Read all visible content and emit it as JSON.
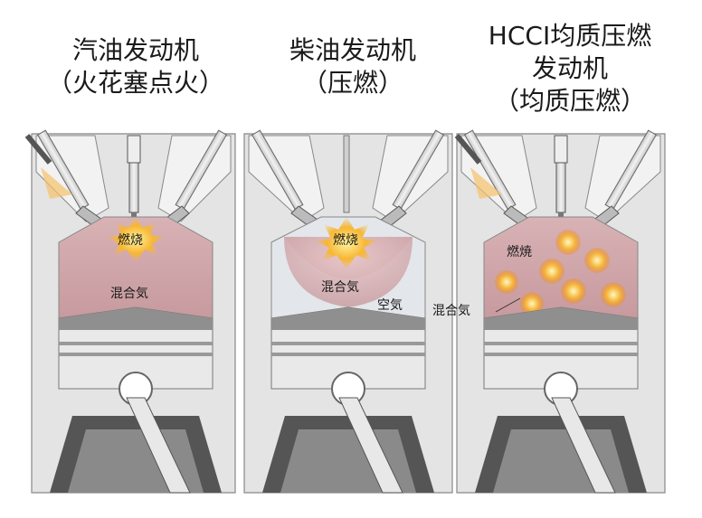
{
  "engines": [
    {
      "title_line1": "汽油发动机",
      "title_line2": "（火花塞点火）",
      "label_combustion": "燃烧",
      "label_mixture": "混合気"
    },
    {
      "title_line1": "柴油发动机",
      "title_line2": "（压燃）",
      "label_combustion": "燃烧",
      "label_mixture": "混合気",
      "label_air": "空気"
    },
    {
      "title_line1": "HCCI均质压燃",
      "title_line2": "发动机",
      "title_line3": "（均质压燃）",
      "label_combustion": "燃焼",
      "label_mixture": "混合気"
    }
  ],
  "colors": {
    "mixture": "#c99a9e",
    "air": "#e6e8ea",
    "flame": "#f7b733",
    "metal": "#d9d9d9",
    "outline": "#555555"
  }
}
